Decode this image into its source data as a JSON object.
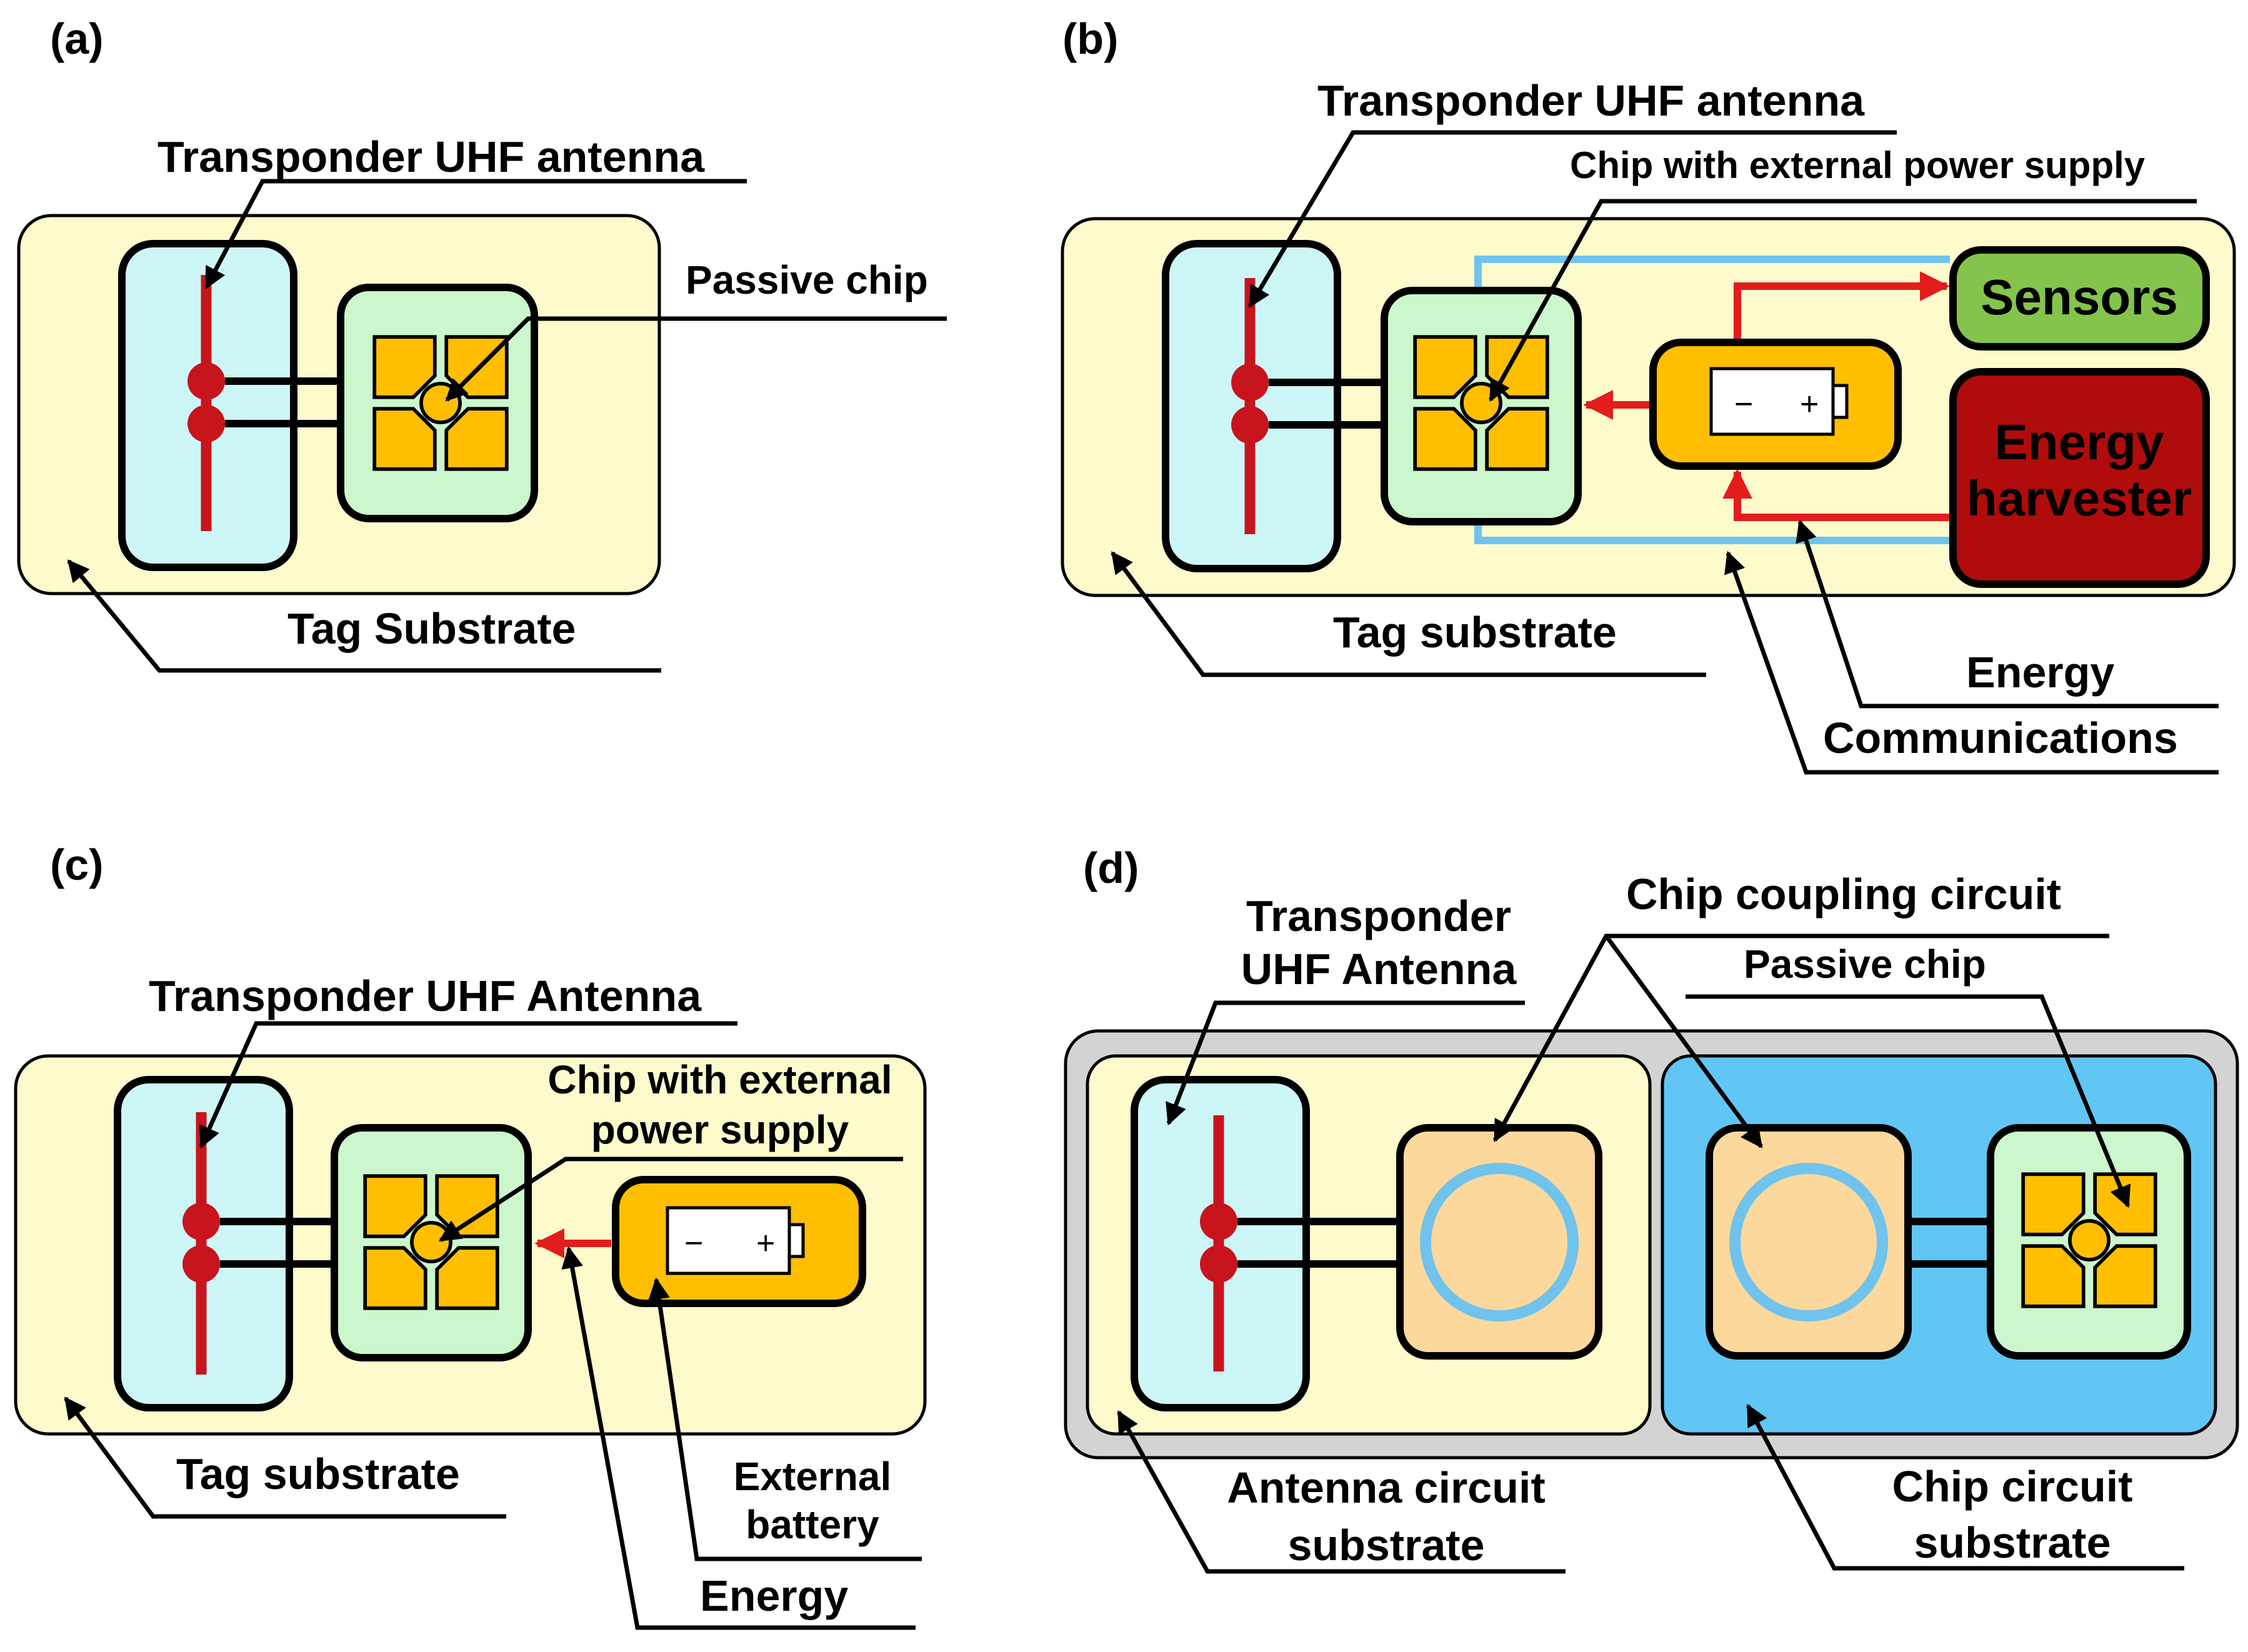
{
  "panels": {
    "a": {
      "tag": "(a)",
      "antenna_label": "Transponder UHF antenna",
      "chip_label": "Passive chip",
      "substrate_label": "Tag Substrate"
    },
    "b": {
      "tag": "(b)",
      "antenna_label": "Transponder UHF antenna",
      "chip_label": "Chip with external power supply",
      "sensors_label": "Sensors",
      "harvester_line1": "Energy",
      "harvester_line2": "harvester",
      "substrate_label": "Tag substrate",
      "energy_label": "Energy",
      "comms_label": "Communications",
      "battery_minus": "−",
      "battery_plus": "+"
    },
    "c": {
      "tag": "(c)",
      "antenna_label": "Transponder UHF Antenna",
      "chip_label_line1": "Chip with external",
      "chip_label_line2": "power supply",
      "substrate_label": "Tag substrate",
      "battery_label_line1": "External",
      "battery_label_line2": "battery",
      "energy_label": "Energy",
      "battery_minus": "−",
      "battery_plus": "+"
    },
    "d": {
      "tag": "(d)",
      "antenna_label_line1": "Transponder",
      "antenna_label_line2": "UHF Antenna",
      "coupling_label": "Chip coupling circuit",
      "chip_label": "Passive chip",
      "antenna_substrate_line1": "Antenna circuit",
      "antenna_substrate_line2": "substrate",
      "chip_substrate_line1": "Chip circuit",
      "chip_substrate_line2": "substrate"
    }
  },
  "colors": {
    "tag_substrate": "#fdfbcc",
    "antenna_box": "#cdf6f7",
    "antenna_line": "#c8141c",
    "chip_box": "#ccf7cc",
    "chip_pad": "#ffbf00",
    "battery_box": "#ffbf00",
    "sensors": "#84c44c",
    "harvester": "#b00c0c",
    "comm_line": "#6fc3ec",
    "energy_line": "#e31c1c",
    "outer_substrate": "#d3d3d3",
    "chip_substrate": "#61c6f4",
    "coupling_box": "#fdd89c"
  }
}
